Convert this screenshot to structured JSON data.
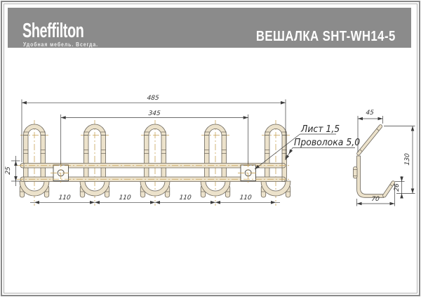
{
  "header": {
    "logo_text": "Sheffilton",
    "logo_tagline": "Удобная мебель. Всегда.",
    "doc_title": "ВЕШАЛКА SHT-WH14-5"
  },
  "drawing": {
    "front_view": {
      "dim_overall_width": "485",
      "dim_hole_spacing": "345",
      "dim_hook_pitch": "110",
      "dim_rail_spacing": "25",
      "note_sheet": "Лист 1,5",
      "note_wire": "Проволока 5,0"
    },
    "side_view": {
      "dim_top_reach": "45",
      "dim_height": "130",
      "dim_lip_height": "26",
      "dim_depth": "70"
    }
  },
  "colors": {
    "header_band": "#8b8b8b",
    "wire_fill": "#ece2cb",
    "wire_outline": "#6a645a",
    "centerline": "#c8a257",
    "dimension": "#3b3b3b"
  }
}
